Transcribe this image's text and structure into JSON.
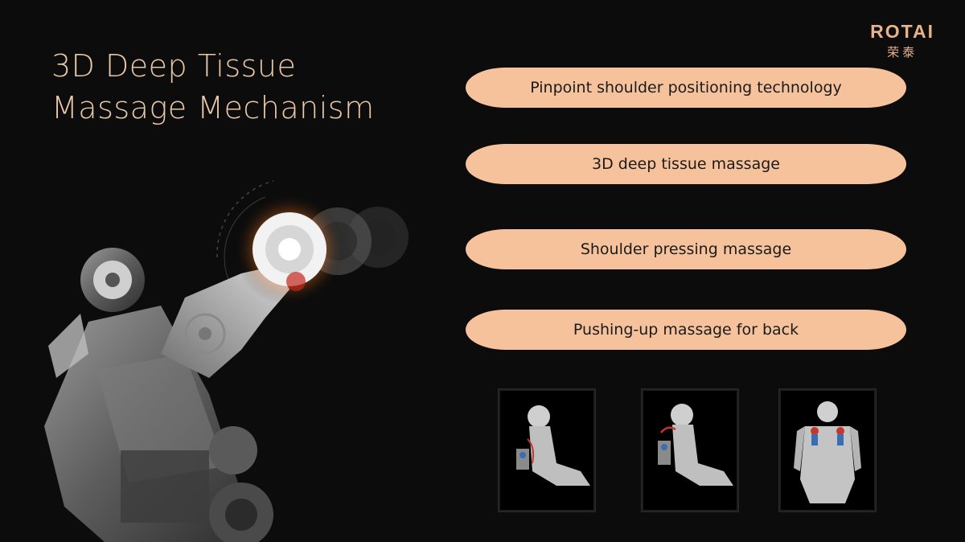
{
  "title": {
    "line1": "3D Deep Tissue",
    "line2": "Massage Mechanism"
  },
  "logo": {
    "brand": "ROTAI",
    "subtitle": "荣泰"
  },
  "features": [
    "Pinpoint shoulder positioning technology",
    "3D deep tissue massage",
    "Shoulder pressing massage",
    "Pushing-up massage for back"
  ],
  "colors": {
    "background": "#0c0c0c",
    "title": "#e8c8a8",
    "pill": "#f6c29c",
    "logo": "#e7b38d"
  }
}
